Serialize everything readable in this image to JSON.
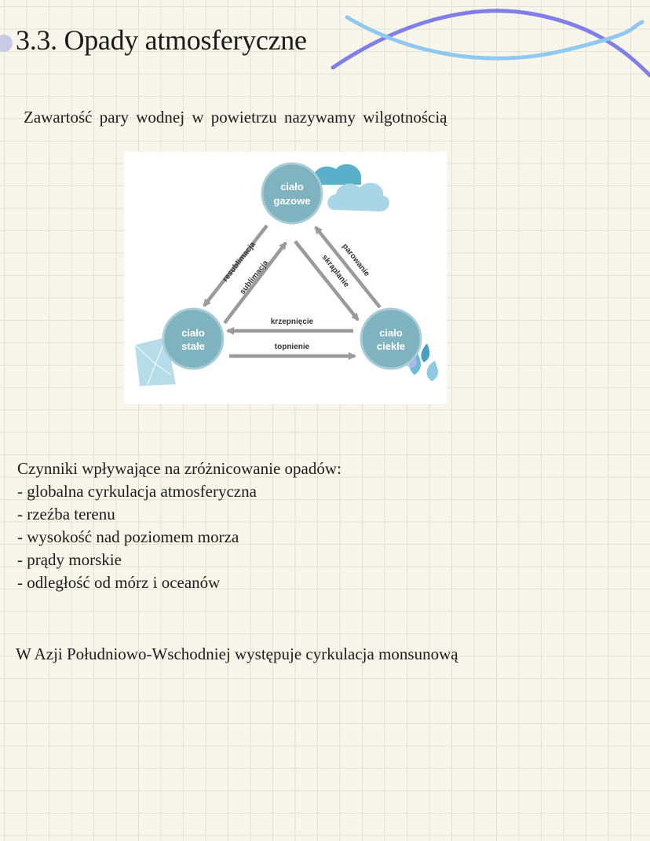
{
  "page": {
    "title": "3.3. Opady atmosferyczne",
    "intro": "Zawartość pary wodnej w powietrzu nazywamy wilgotnością",
    "closing": "W Azji Południowo-Wschodniej występuje cyrkulacja monsunową"
  },
  "diagram": {
    "states": {
      "gas": [
        "ciało",
        "gazowe"
      ],
      "solid": [
        "ciało",
        "stałe"
      ],
      "liquid": [
        "ciało",
        "ciekłe"
      ]
    },
    "transitions": {
      "resublimation": "resublimacja",
      "sublimation": "sublimacja",
      "evaporation": "parowanie",
      "condensation": "skraplanie",
      "freezing": "krzepnięcie",
      "melting": "topnienie"
    },
    "colors": {
      "circle": "#7fb3c0",
      "arrow": "#9a9a9a",
      "cloud": "#a9d6e6",
      "cloud_dark": "#5ab0c9",
      "ice": "#a9d6e6",
      "drop": "#6dbbd6"
    }
  },
  "factors": {
    "heading": "Czynniki wpływające na zróżnicowanie opadów:",
    "items": [
      "- globalna cyrkulacja atmosferyczna",
      "- rzeźba terenu",
      "- wysokość nad poziomem morza",
      "- prądy morskie",
      "- odległość od mórz i oceanów"
    ]
  },
  "decor": {
    "wave_colors": [
      "#7f7fe6",
      "#8fc8f0"
    ]
  }
}
